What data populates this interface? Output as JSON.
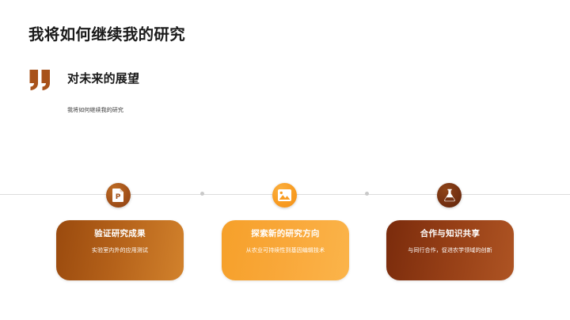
{
  "slide": {
    "title": "我将如何继续我的研究",
    "quote": {
      "icon": "quote-mark-icon",
      "heading": "对未来的展望",
      "subtitle": "我将如何继续我的研究"
    },
    "timeline": {
      "connector_color": "#dcdcdc",
      "dot_color": "#c9c9c9",
      "steps": [
        {
          "icon": "document-p-icon",
          "icon_color": "#a3521a",
          "title": "验证研究成果",
          "description": "实验室内外的应用测试",
          "card_color": "#b5621a"
        },
        {
          "icon": "image-picture-icon",
          "icon_color": "#f89c22",
          "title": "探索新的研究方向",
          "description": "从农业可持续性到基因编辑技术",
          "card_color": "#f9a83a"
        },
        {
          "icon": "flask-icon",
          "icon_color": "#763212",
          "title": "合作与知识共享",
          "description": "与同行合作，促进农学领域的创新",
          "card_color": "#963f16"
        }
      ]
    }
  }
}
